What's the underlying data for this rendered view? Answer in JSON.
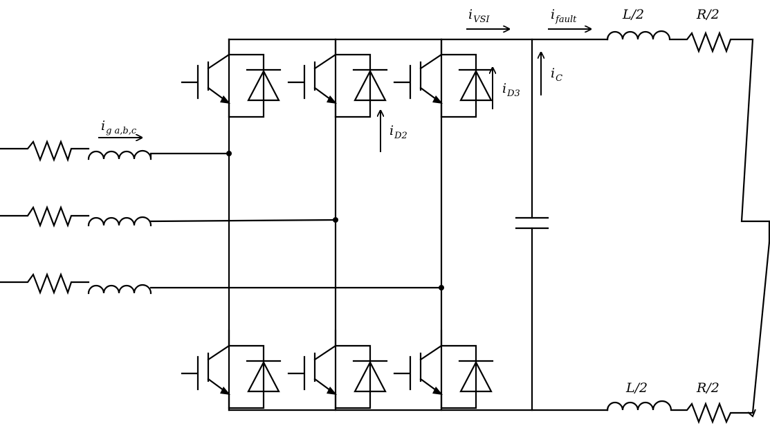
{
  "labels": {
    "i_g": {
      "base": "i",
      "sub": "g a,b,c"
    },
    "i_vsi": {
      "base": "i",
      "sub": "VSI"
    },
    "i_fault": {
      "base": "i",
      "sub": "fault"
    },
    "i_c": {
      "base": "i",
      "sub": "C"
    },
    "i_d2": {
      "base": "i",
      "sub": "D2"
    },
    "i_d3": {
      "base": "i",
      "sub": "D3"
    },
    "l_top": "L/2",
    "r_top": "R/2",
    "l_bottom": "L/2",
    "r_bottom": "R/2"
  }
}
